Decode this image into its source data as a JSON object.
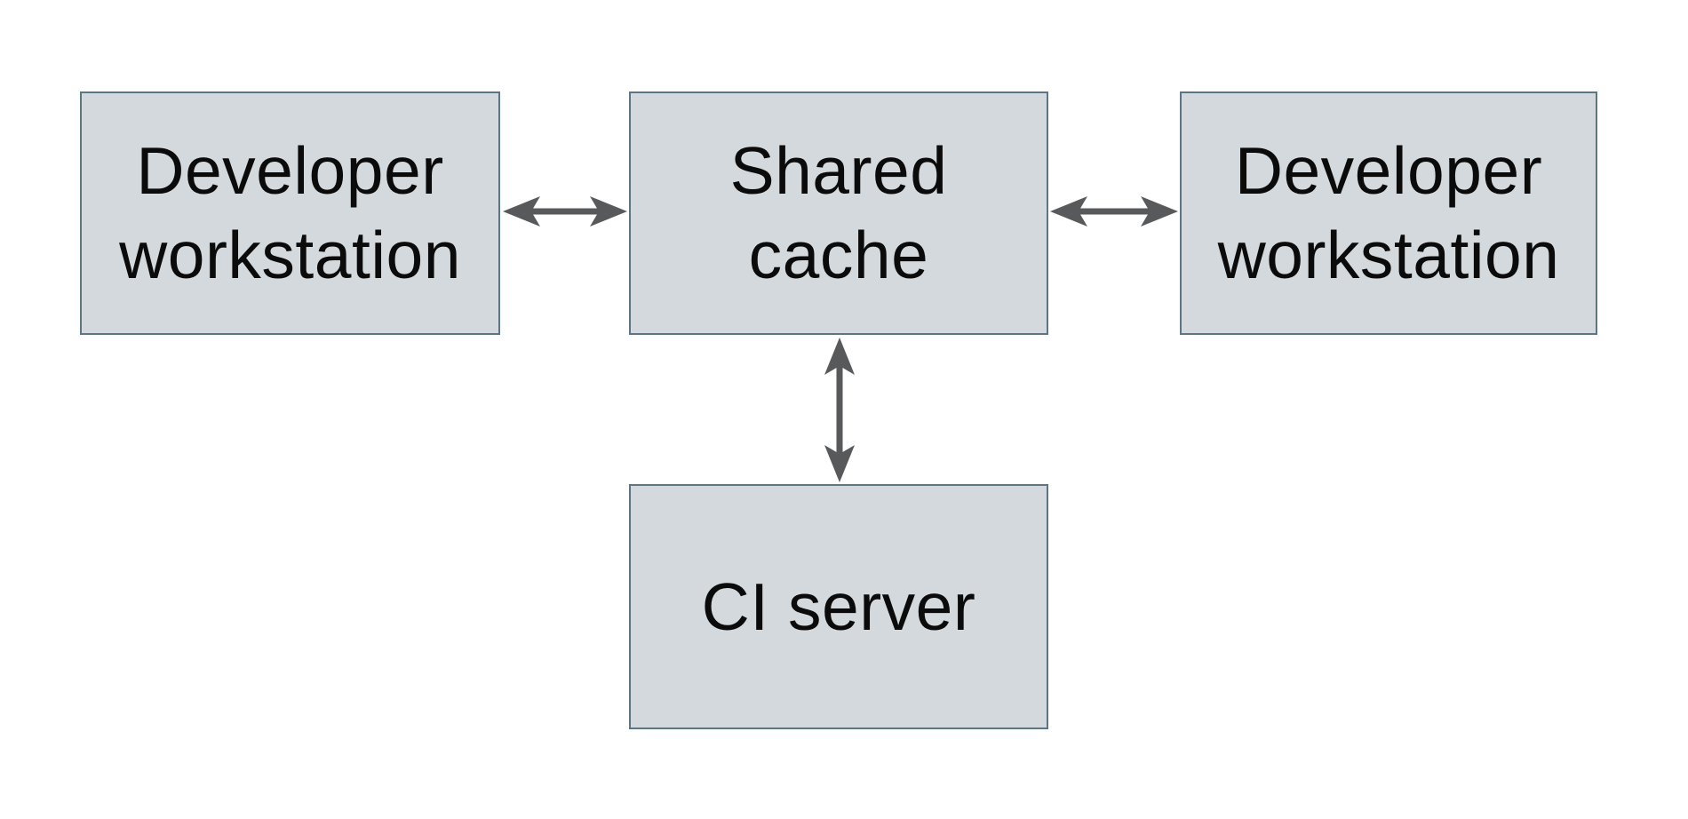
{
  "diagram": {
    "title": "Shared cache architecture diagram",
    "colors": {
      "background": "#ffffff",
      "node_fill": "#d3d9dc",
      "node_border": "#5c7686",
      "arrow": "#58595b",
      "text": "#0b0b0b"
    },
    "nodes": {
      "dev_left": {
        "label": "Developer workstation",
        "lines": [
          "Developer",
          "workstation"
        ]
      },
      "shared": {
        "label": "Shared cache",
        "lines": [
          "Shared",
          "cache"
        ]
      },
      "dev_right": {
        "label": "Developer workstation",
        "lines": [
          "Developer",
          "workstation"
        ]
      },
      "ci": {
        "label": "CI server",
        "lines": [
          "CI server"
        ]
      }
    },
    "edges": [
      {
        "from": "dev_left",
        "to": "shared",
        "direction": "bidirectional"
      },
      {
        "from": "shared",
        "to": "dev_right",
        "direction": "bidirectional"
      },
      {
        "from": "shared",
        "to": "ci",
        "direction": "bidirectional"
      }
    ]
  }
}
